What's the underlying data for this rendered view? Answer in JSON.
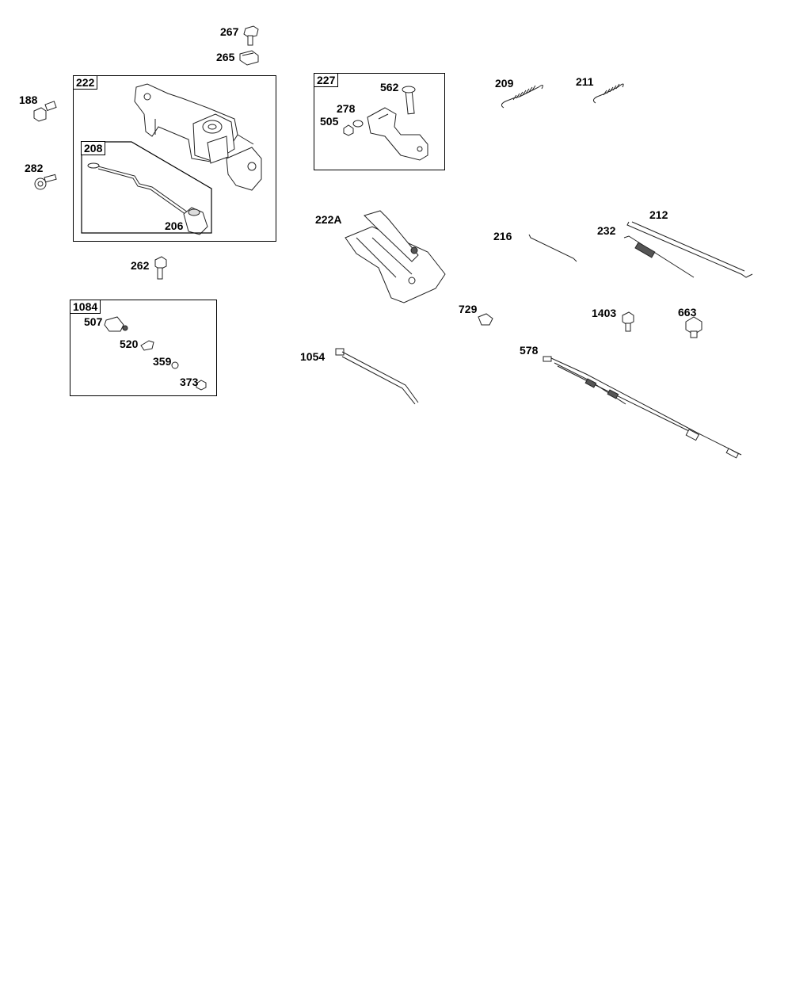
{
  "assemblies": {
    "a222": "222",
    "a208": "208",
    "a227": "227",
    "a1084": "1084"
  },
  "parts": {
    "p267": "267",
    "p265": "265",
    "p188": "188",
    "p282": "282",
    "p206": "206",
    "p262": "262",
    "p507": "507",
    "p520": "520",
    "p359": "359",
    "p373": "373",
    "p562": "562",
    "p278": "278",
    "p505": "505",
    "p222A": "222A",
    "p1054": "1054",
    "p209": "209",
    "p211": "211",
    "p212": "212",
    "p216": "216",
    "p232": "232",
    "p729": "729",
    "p1403": "1403",
    "p663": "663",
    "p578": "578"
  }
}
